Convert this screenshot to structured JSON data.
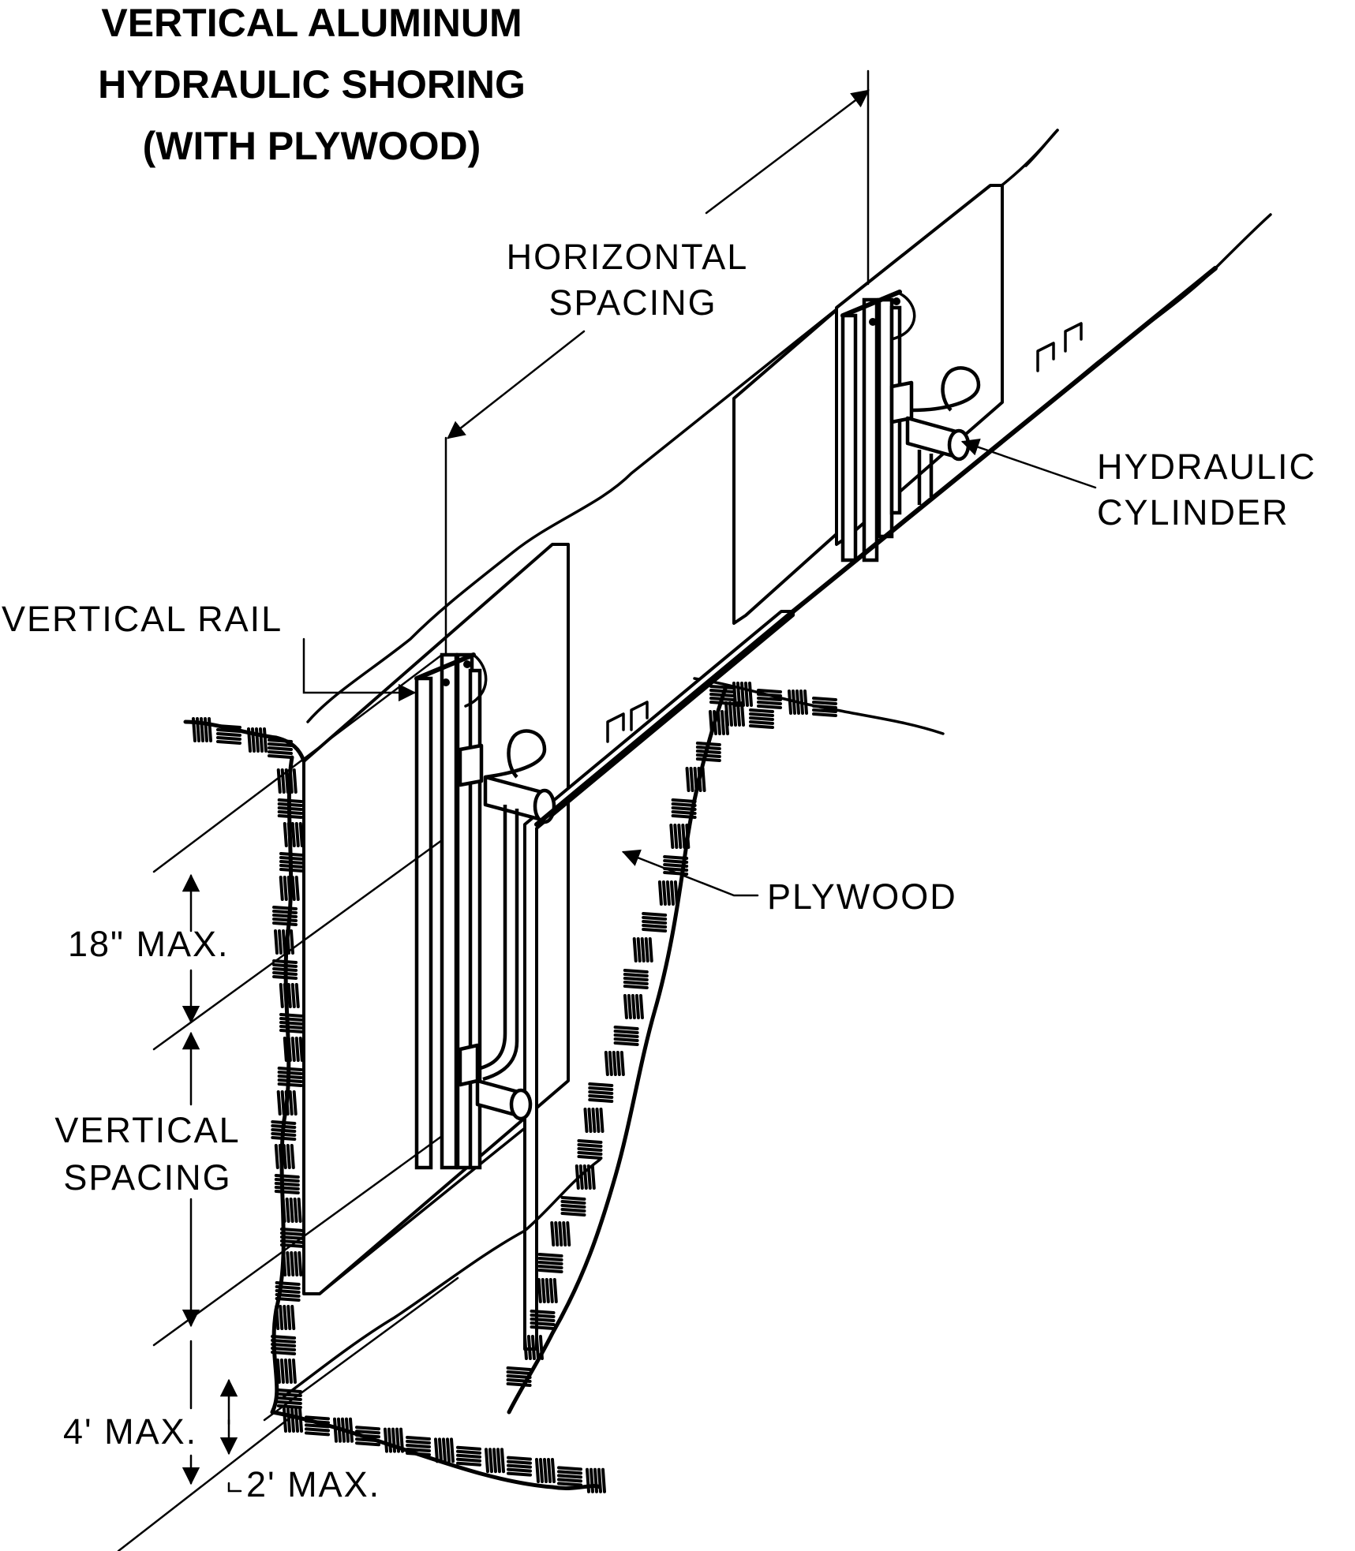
{
  "title": {
    "line1": "VERTICAL ALUMINUM",
    "line2": "HYDRAULIC SHORING",
    "line3": "(WITH PLYWOOD)"
  },
  "labels": {
    "horizontal_spacing": {
      "line1": "HORIZONTAL",
      "line2": "SPACING"
    },
    "hydraulic_cylinder": {
      "line1": "HYDRAULIC",
      "line2": "CYLINDER"
    },
    "vertical_rail": "VERTICAL RAIL",
    "plywood": "PLYWOOD",
    "vertical_spacing": {
      "line1": "VERTICAL",
      "line2": "SPACING"
    },
    "max_18in": "18\" MAX.",
    "max_4ft": "4' MAX.",
    "max_2ft": "2' MAX."
  },
  "components": [
    "vertical-rail",
    "hydraulic-cylinder",
    "plywood",
    "trench-wall",
    "hydraulic-hose"
  ],
  "dimensions": {
    "top_cylinder_from_top_max": "18 in",
    "bottom_cylinder_from_bottom_max": "4 ft",
    "rail_bottom_from_trench_bottom_max": "2 ft"
  }
}
